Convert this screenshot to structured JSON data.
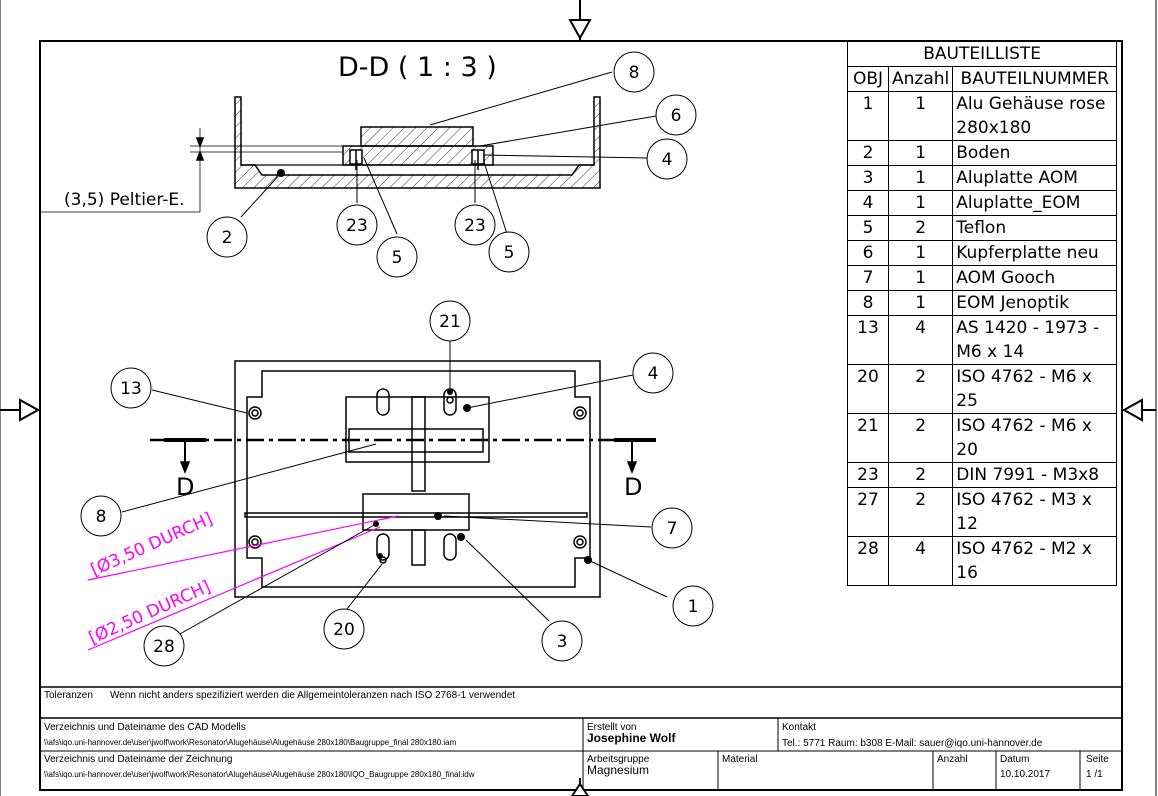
{
  "section_title": "D-D ( 1 : 3 )",
  "dimension_label": "(3,5) Peltier-E.",
  "section_marker": "D",
  "hole_notes": [
    "[Ø3,50 DURCH]",
    "[Ø2,50 DURCH]"
  ],
  "balloons": {
    "top": [
      "8",
      "6",
      "4",
      "2",
      "23",
      "5",
      "23",
      "5"
    ],
    "bottom": [
      "21",
      "13",
      "4",
      "8",
      "7",
      "1",
      "3",
      "20",
      "28"
    ]
  },
  "bom": {
    "title": "BAUTEILLISTE",
    "headers": [
      "OBJ",
      "Anzahl",
      "BAUTEILNUMMER"
    ],
    "rows": [
      {
        "obj": "1",
        "qty": "1",
        "part": "Alu Gehäuse rose\n280x180"
      },
      {
        "obj": "2",
        "qty": "1",
        "part": "Boden"
      },
      {
        "obj": "3",
        "qty": "1",
        "part": "Aluplatte AOM"
      },
      {
        "obj": "4",
        "qty": "1",
        "part": "Aluplatte_EOM"
      },
      {
        "obj": "5",
        "qty": "2",
        "part": "Teflon"
      },
      {
        "obj": "6",
        "qty": "1",
        "part": "Kupferplatte neu"
      },
      {
        "obj": "7",
        "qty": "1",
        "part": "AOM Gooch"
      },
      {
        "obj": "8",
        "qty": "1",
        "part": "EOM Jenoptik"
      },
      {
        "obj": "13",
        "qty": "4",
        "part": "AS 1420 - 1973 -\nM6 x 14"
      },
      {
        "obj": "20",
        "qty": "2",
        "part": "ISO 4762 - M6 x 25"
      },
      {
        "obj": "21",
        "qty": "2",
        "part": "ISO 4762 - M6 x 20"
      },
      {
        "obj": "23",
        "qty": "2",
        "part": "DIN 7991 - M3x8"
      },
      {
        "obj": "27",
        "qty": "2",
        "part": "ISO 4762 - M3 x 12"
      },
      {
        "obj": "28",
        "qty": "4",
        "part": "ISO 4762 - M2 x 16"
      }
    ]
  },
  "title_block": {
    "tolerance_label": "Toleranzen",
    "tolerance_text": "Wenn nicht anders spezifiziert werden die Allgemeintoleranzen nach ISO 2768-1 verwendet",
    "cad_label": "Verzeichnis und Dateiname des CAD Modells",
    "cad_path": "\\\\afs\\iqo.uni-hannover.de\\user\\jwolf\\work\\Resonator\\Alugehäuse\\Alugehäuse 280x180\\Baugruppe_final 280x180.iam",
    "drawing_label": "Verzeichnis und Dateiname der Zeichnung",
    "drawing_path": "\\\\afs\\iqo.uni-hannover.de\\user\\jwolf\\work\\Resonator\\Alugehäuse\\Alugehäuse 280x180\\IQO_Baugruppe 280x180_final.idw",
    "created_label": "Erstellt von",
    "created_by": "Josephine Wolf",
    "contact_label": "Kontakt",
    "contact": "Tel.: 5771   Raum: b308  E-Mail: sauer@iqo.uni-hannover.de",
    "group_label": "Arbeitsgruppe",
    "group": "Magnesium",
    "material_label": "Material",
    "count_label": "Anzahl",
    "date_label": "Datum",
    "date": "10.10.2017",
    "page_label": "Seite",
    "page": "1 /1"
  },
  "colors": {
    "line": "#000000",
    "note": "#ff00ff"
  }
}
